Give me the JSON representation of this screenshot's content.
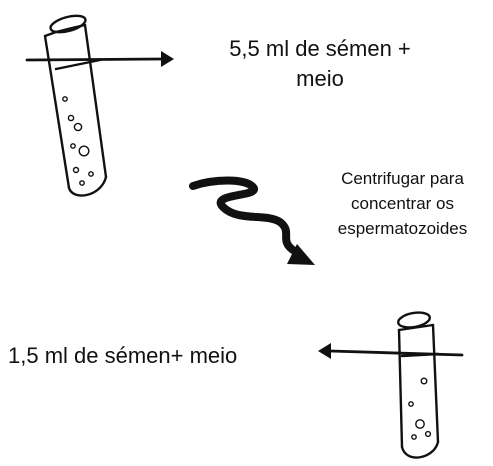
{
  "diagram": {
    "step1_label": "5,5 ml de sémen +\nmeio",
    "step2_label": "Centrifugar para\nconcentrar os\nespermatozoides",
    "step3_label": "1,5 ml de sémen+ meio"
  }
}
